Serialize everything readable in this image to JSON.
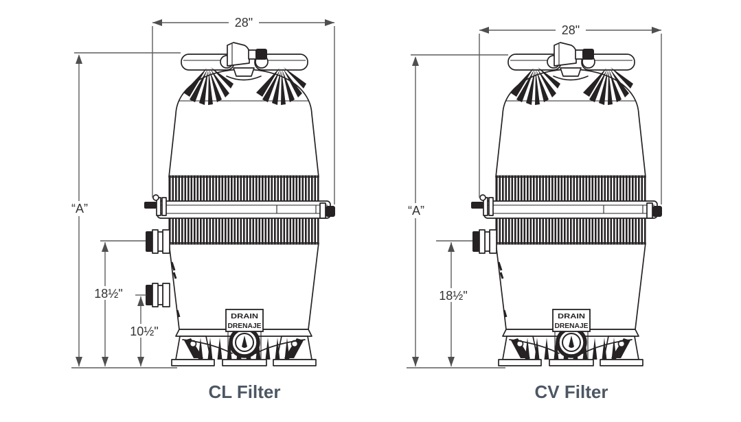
{
  "diagram_type": "pool-filter-dimension-drawing",
  "filters": [
    {
      "id": "cl",
      "name": "CL Filter",
      "dims": {
        "width": "28\"",
        "height": "“A”",
        "upper_port": "18½\"",
        "lower_port": "10½\""
      },
      "drain": {
        "line1": "DRAIN",
        "line2": "DRENAJE"
      }
    },
    {
      "id": "cv",
      "name": "CV Filter",
      "dims": {
        "width": "28\"",
        "height": "“A”",
        "upper_port": "18½\""
      },
      "drain": {
        "line1": "DRAIN",
        "line2": "DRENAJE"
      }
    }
  ],
  "colors": {
    "line_art": "#262223",
    "dimension_lines": "#5c5c5c",
    "dimension_text": "#333333",
    "title_text": "#4d5763",
    "background": "#ffffff"
  }
}
